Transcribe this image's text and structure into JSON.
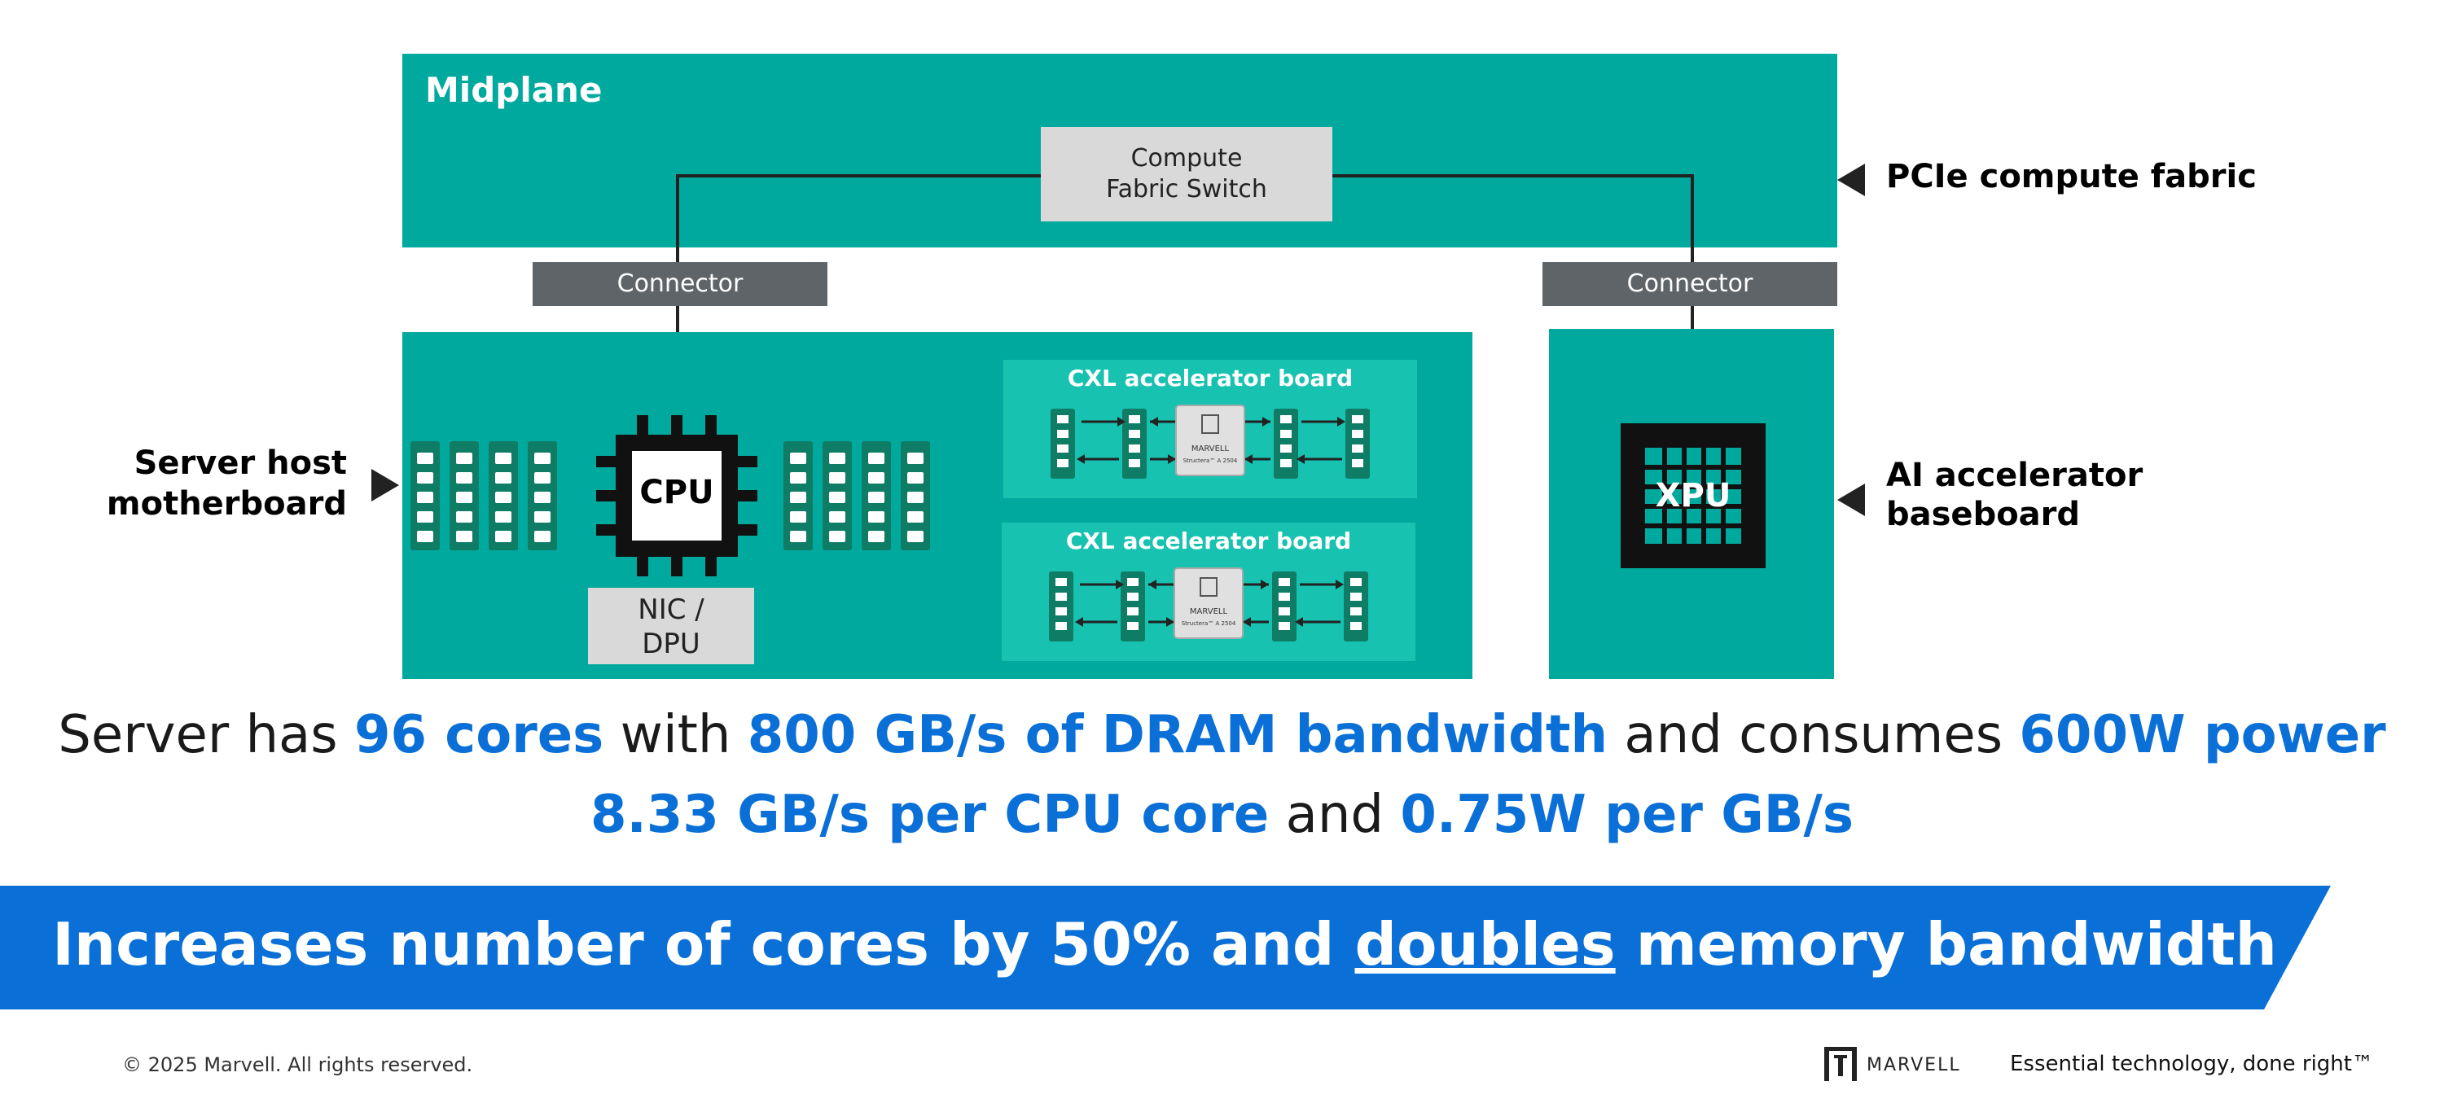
{
  "diagram": {
    "midplane_title": "Midplane",
    "compute_switch": [
      "Compute",
      "Fabric Switch"
    ],
    "pcie_label": "PCIe compute fabric",
    "connector_left": "Connector",
    "connector_right": "Connector",
    "server_label": [
      "Server host",
      "motherboard"
    ],
    "cpu": "CPU",
    "nic": [
      "NIC /",
      "DPU"
    ],
    "cxl_board_1": "CXL accelerator board",
    "cxl_board_2": "CXL accelerator board",
    "chip_brand": "MARVELL",
    "chip_model": "Structera™ A 2504",
    "xpu": "XPU",
    "ai_label": [
      "AI accelerator",
      "baseboard"
    ]
  },
  "statements": {
    "line1": {
      "a": "Server has ",
      "b": "96 cores",
      "c": " with ",
      "d": "800 GB/s of DRAM bandwidth",
      "e": " and consumes ",
      "f": "600W power"
    },
    "line2": {
      "a": "8.33 GB/s per CPU core",
      "b": " and ",
      "c": "0.75W per GB/s"
    }
  },
  "banner": {
    "a": "Increases number of cores by 50% and ",
    "b": "doubles",
    "c": " memory bandwidth"
  },
  "footer": {
    "copyright": "© 2025 Marvell. All rights reserved.",
    "brand": "MARVELL",
    "tagline": "Essential technology, done right™"
  },
  "colors": {
    "teal": "#00a99d",
    "light_teal": "#17c2b0",
    "blue": "#0a6fd6",
    "connector_grey": "#5f6468"
  }
}
